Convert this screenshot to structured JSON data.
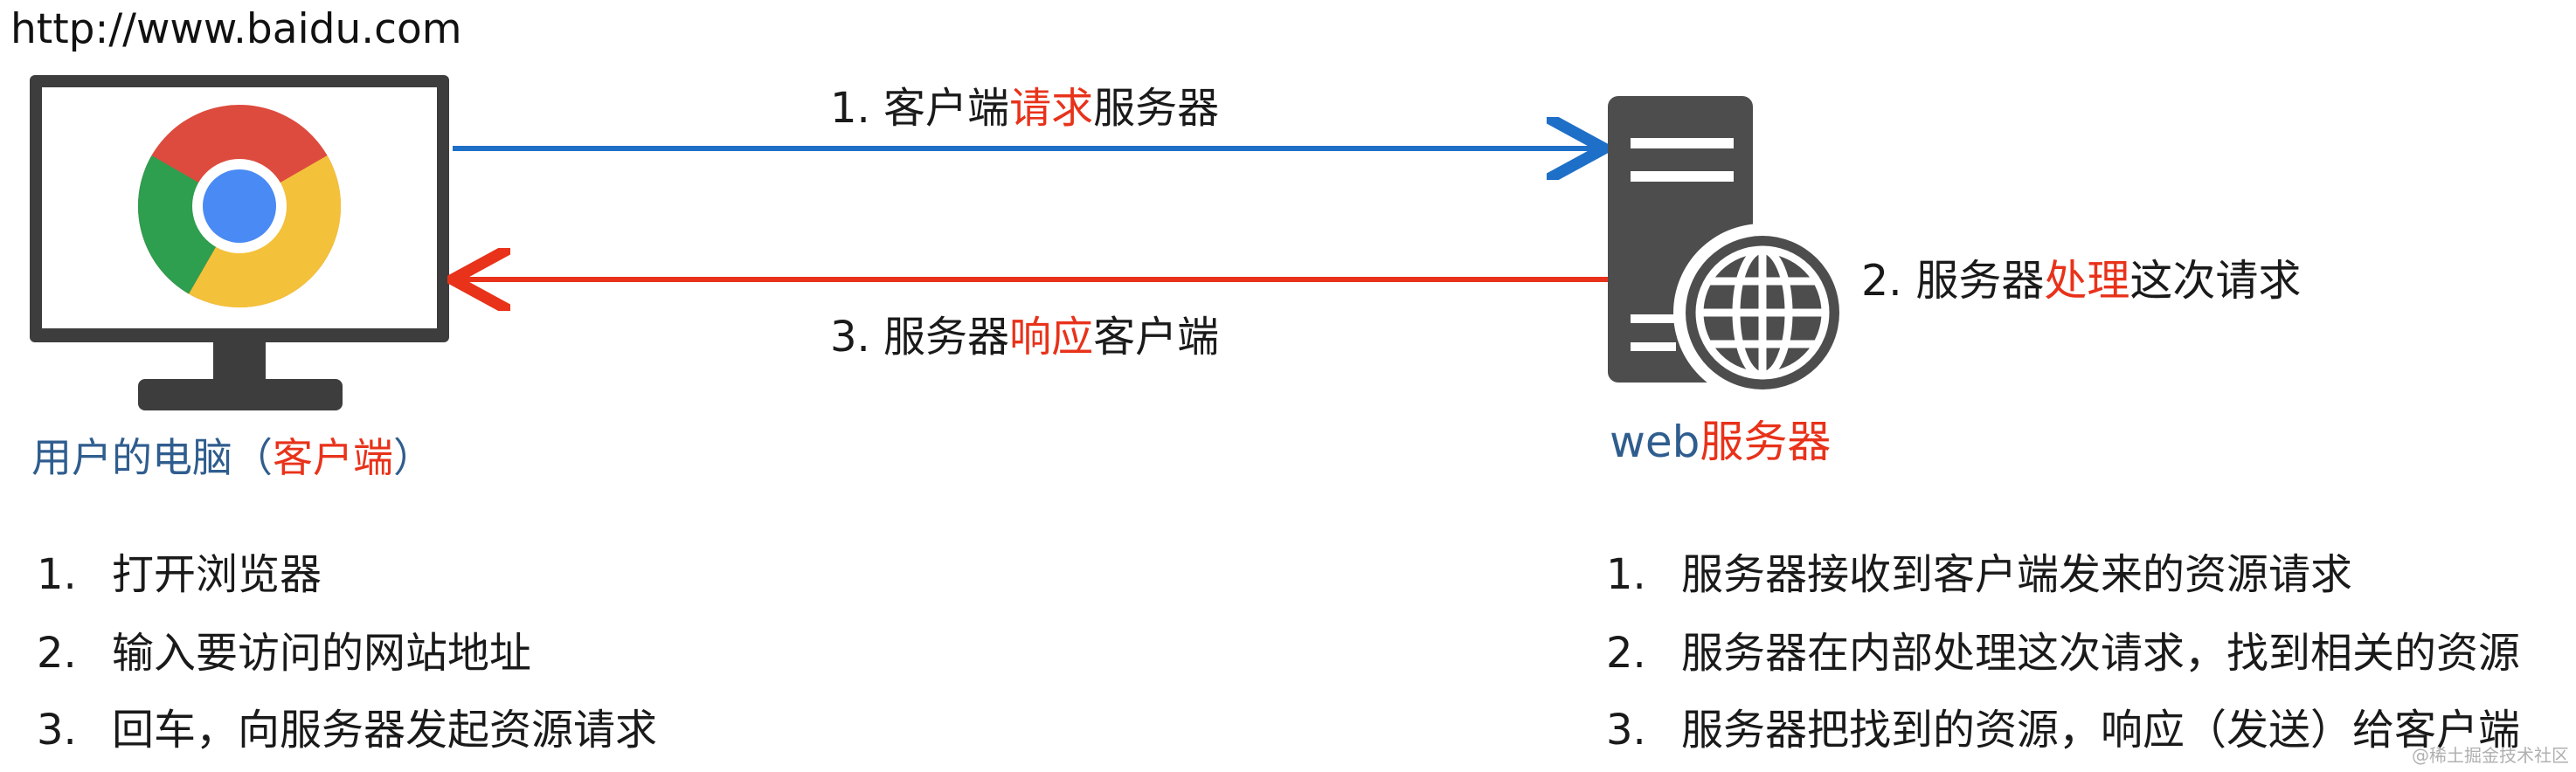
{
  "url": "http://www.baidu.com",
  "arrows": {
    "request": {
      "prefix": "1. 客户端",
      "highlight": "请求",
      "suffix": "服务器",
      "color": "#1e6fc7"
    },
    "response": {
      "prefix": "3. 服务器",
      "highlight": "响应",
      "suffix": "客户端",
      "color": "#e8321a"
    }
  },
  "process": {
    "prefix": "2. 服务器",
    "highlight": "处理",
    "suffix": "这次请求"
  },
  "client": {
    "caption_main": "用户的电脑（",
    "caption_highlight": "客户端",
    "caption_end": "）"
  },
  "server": {
    "caption_main": "web",
    "caption_highlight": "服务器"
  },
  "client_steps": [
    {
      "num": "1.",
      "text": "打开浏览器"
    },
    {
      "num": "2.",
      "text": "输入要访问的网站地址"
    },
    {
      "num": "3.",
      "text": "回车，向服务器发起资源请求"
    }
  ],
  "server_steps": [
    {
      "num": "1.",
      "text": "服务器接收到客户端发来的资源请求"
    },
    {
      "num": "2.",
      "text": "服务器在内部处理这次请求，找到相关的资源"
    },
    {
      "num": "3.",
      "text": "服务器把找到的资源，响应（发送）给客户端"
    }
  ],
  "watermark": "@稀土掘金技术社区",
  "colors": {
    "accent_red": "#e8321a",
    "accent_blue": "#1e6fc7",
    "caption_blue": "#2f5d8e",
    "monitor": "#3d3d3d",
    "server_gray": "#4d4d4d"
  },
  "icons": [
    "monitor-icon",
    "chrome-logo-icon",
    "server-icon",
    "globe-icon"
  ]
}
